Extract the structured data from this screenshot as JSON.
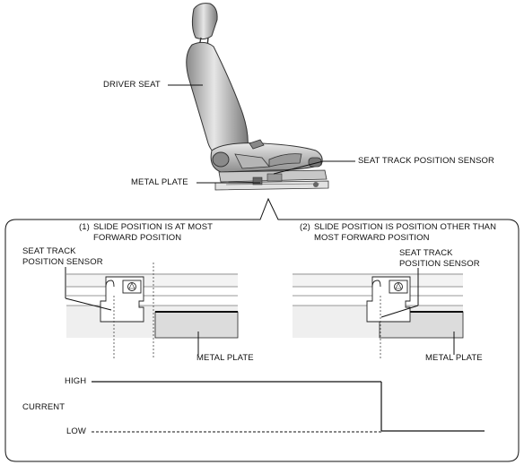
{
  "labels": {
    "driver_seat": "DRIVER SEAT",
    "seat_track_sensor_main": "SEAT TRACK POSITION SENSOR",
    "metal_plate_main": "METAL PLATE"
  },
  "panel_1": {
    "num": "(1)",
    "title_line1": "SLIDE POSITION IS AT MOST",
    "title_line2": "FORWARD POSITION",
    "sensor_line1": "SEAT TRACK",
    "sensor_line2": "POSITION SENSOR",
    "metal_plate": "METAL PLATE"
  },
  "panel_2": {
    "num": "(2)",
    "title_line1": "SLIDE POSITION IS POSITION OTHER THAN",
    "title_line2": "MOST FORWARD POSITION",
    "sensor_line1": "SEAT TRACK",
    "sensor_line2": "POSITION SENSOR",
    "metal_plate": "METAL PLATE"
  },
  "signal": {
    "high": "HIGH",
    "current": "CURRENT",
    "low": "LOW"
  },
  "colors": {
    "line": "#111111",
    "plate_fill": "#dcdcdc",
    "rail_fill": "#f0f0f0",
    "seat_dark": "#6e6e6e",
    "seat_light": "#e4e4e4"
  }
}
